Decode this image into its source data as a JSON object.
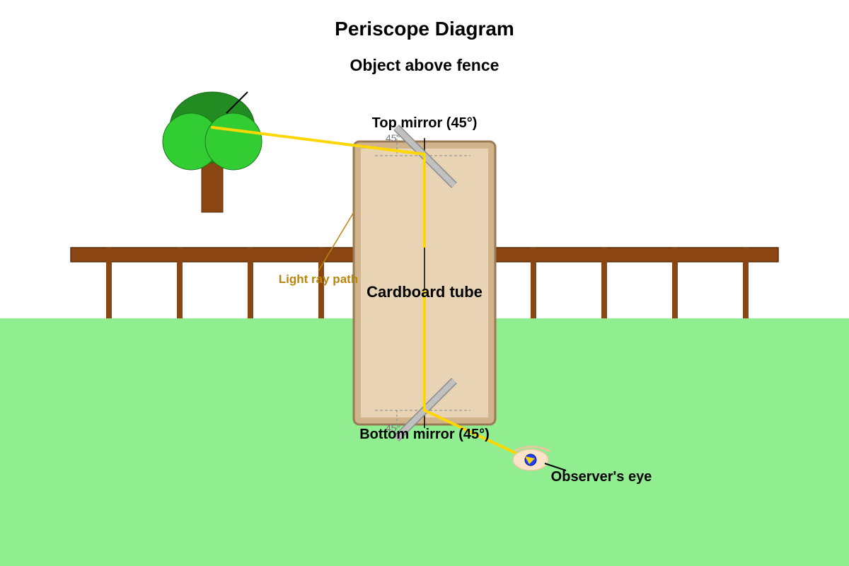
{
  "title": "Periscope Diagram",
  "subtitle": "Object above fence",
  "labels": {
    "top_mirror": "Top mirror (45°)",
    "bottom_mirror": "Bottom mirror (45°)",
    "tube": "Cardboard tube",
    "eye": "Observer's eye",
    "ray": "Light ray path",
    "top_angle": "45°",
    "bottom_angle": "45°"
  },
  "colors": {
    "sky": "#ffffff",
    "grass": "#90ee90",
    "fence": "#8b4513",
    "fence_border": "#5c2e0b",
    "tree_trunk": "#8b4513",
    "tree_dark": "#228b22",
    "tree_light": "#32cd32",
    "tube_outer": "#d2b48c",
    "tube_inner": "#e8d4b4",
    "tube_border": "#9a7a56",
    "mirror": "#c0c0c0",
    "mirror_border": "#888888",
    "ray": "#ffd700",
    "ray_label": "#b8860b",
    "eye_white": "#fbe3c8",
    "iris": "#1e40ff"
  }
}
